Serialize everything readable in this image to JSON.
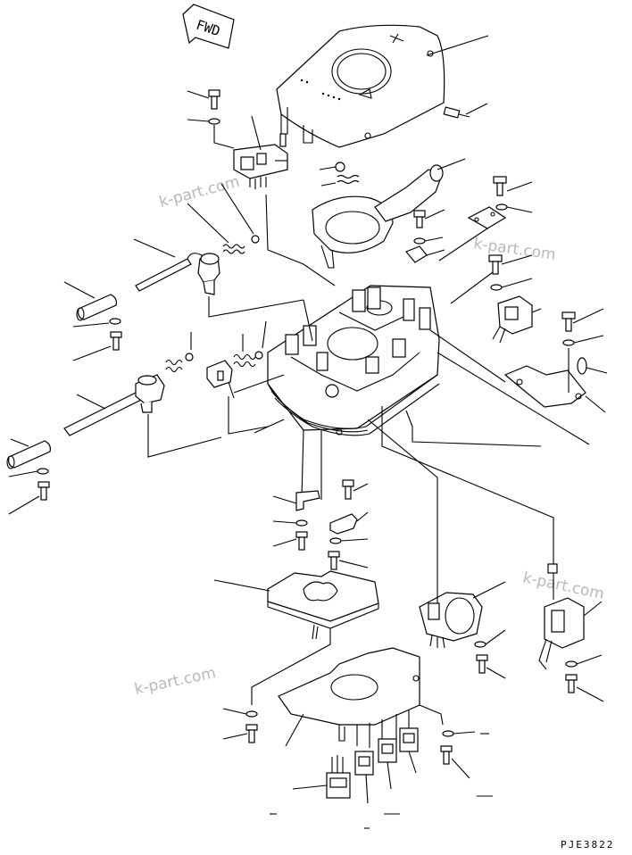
{
  "direction_label": "FWD",
  "watermark": "k-part.com",
  "drawing_code": "PJE3822"
}
